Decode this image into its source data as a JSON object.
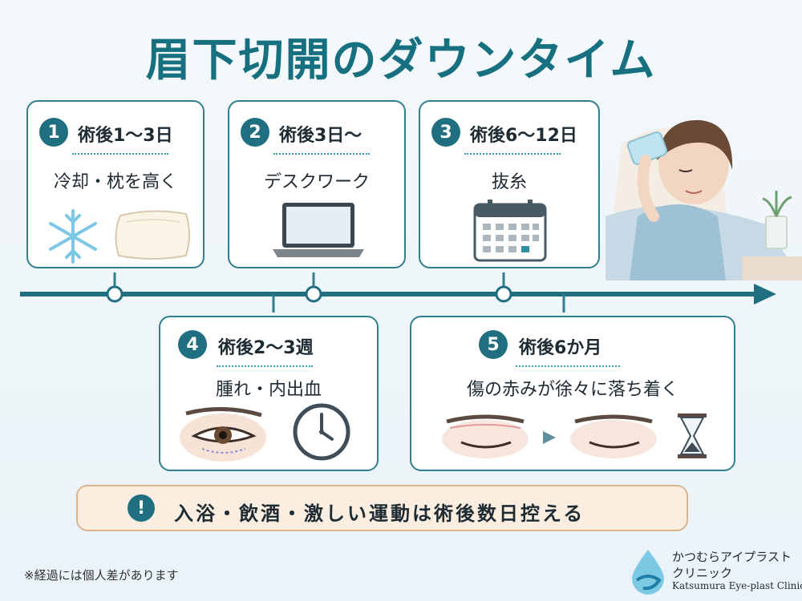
{
  "title": "眉下切開のダウンタイム",
  "steps": [
    {
      "num": "1",
      "head": "術後1～3日",
      "desc": "冷却・枕を高く"
    },
    {
      "num": "2",
      "head": "術後3日～",
      "desc": "デスクワーク"
    },
    {
      "num": "3",
      "head": "術後6～12日",
      "desc": "抜糸"
    },
    {
      "num": "4",
      "head": "術後2～3週",
      "desc": "腫れ・内出血"
    },
    {
      "num": "5",
      "head": "術後6か月",
      "desc": "傷の赤みが徐々に落ち着く"
    }
  ],
  "note": {
    "text": "入浴・飲酒・激しい運動は術後数日控える",
    "icon": "exclamation-icon"
  },
  "footnote": "※経過には個人差があります",
  "logo": {
    "line1": "かつむらアイプラスト",
    "line2": "クリニック",
    "en": "Katsumura Eye-plast Clinic"
  },
  "colors": {
    "accent": "#1f6f80",
    "border": "#2f7f8f",
    "note_bg": "#fbeee0"
  }
}
